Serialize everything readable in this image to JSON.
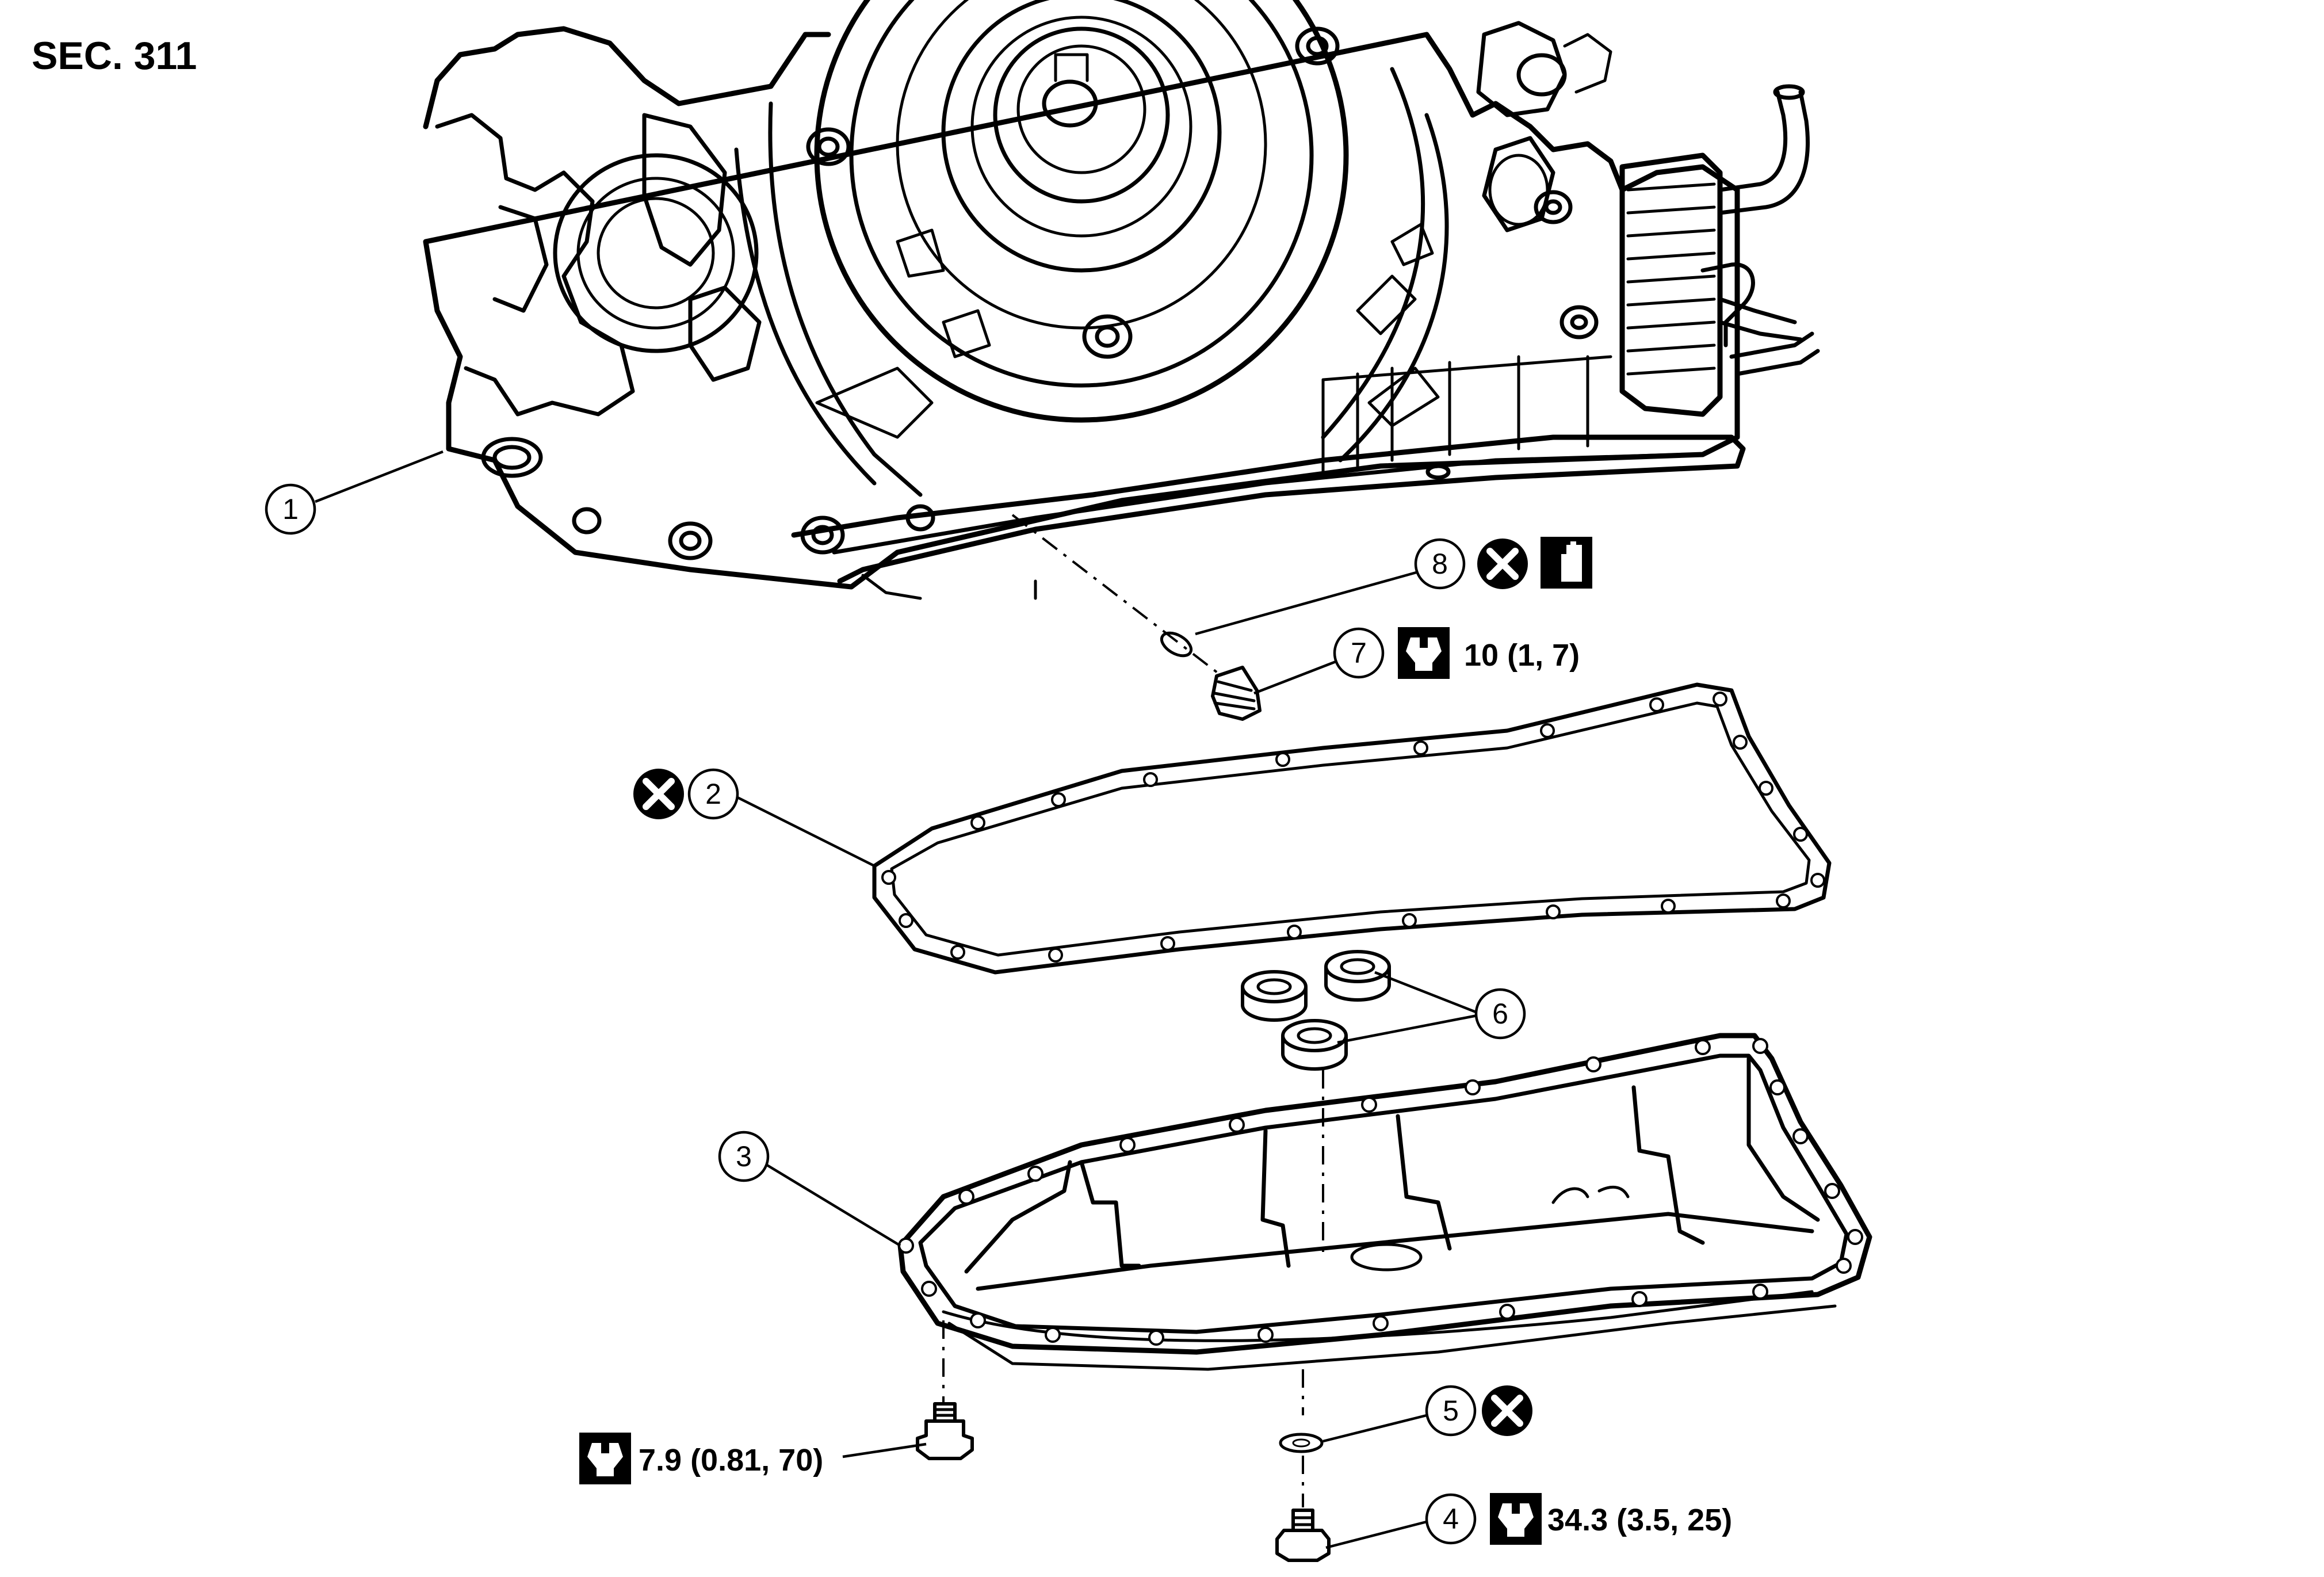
{
  "section": {
    "code": "SEC. 311"
  },
  "callouts": {
    "c1": "1",
    "c2": "2",
    "c3": "3",
    "c4": "4",
    "c5": "5",
    "c6": "6",
    "c7": "7",
    "c8": "8"
  },
  "torque": {
    "plug_7": "10 (1, 7)",
    "pan_bolt": "7.9 (0.81, 70)",
    "drain_plug_4": "34.3 (3.5, 25)"
  },
  "symbols": {
    "do_not_reuse": "do-not-reuse-icon",
    "torque_wrench": "torque-wrench-icon",
    "fluid": "fluid-bottle-icon"
  }
}
